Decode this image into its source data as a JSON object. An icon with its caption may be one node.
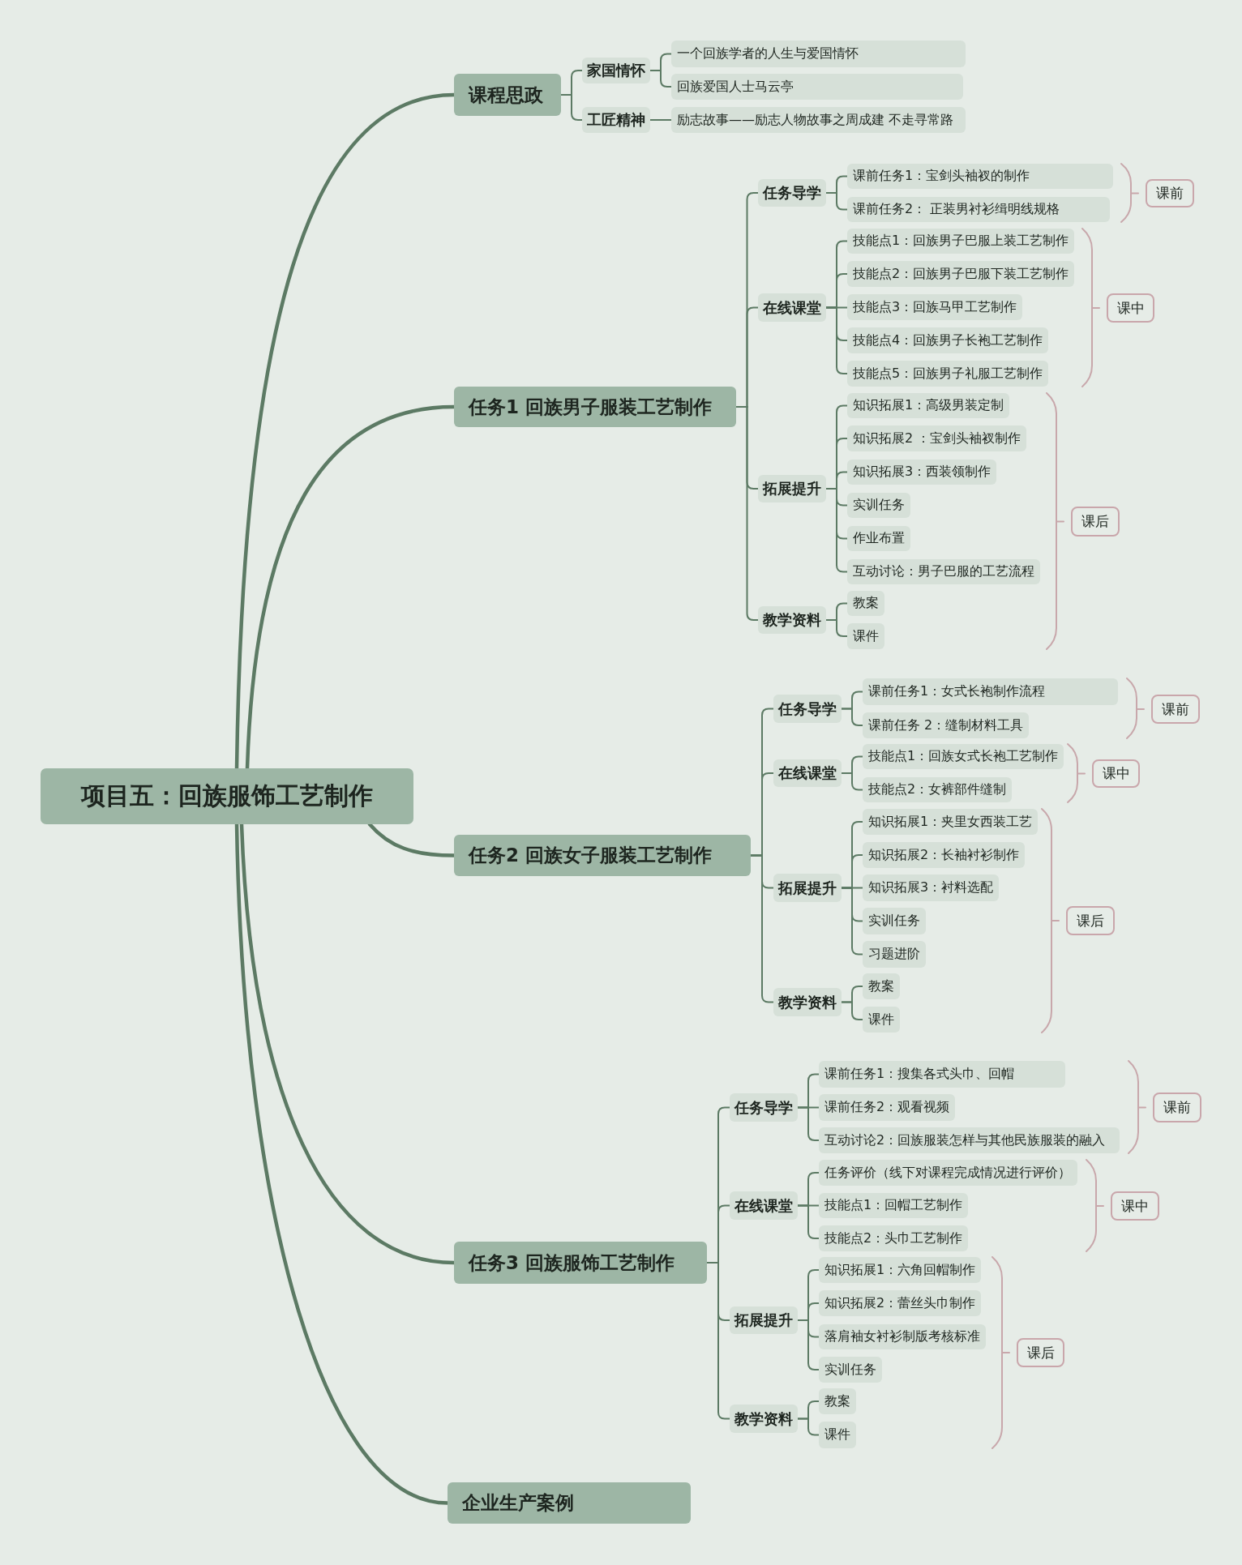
{
  "diagram": {
    "nodes": [
      {
        "text": [
          "项目五：回族服饰工艺制作"
        ]
      },
      {
        "text": [
          "课程思政"
        ]
      },
      {
        "text": [
          "家国情怀"
        ]
      },
      {
        "text": [
          "一个回族学者的人生与爱国情怀"
        ]
      },
      {
        "text": [
          "回族爱国人士马云亭"
        ]
      },
      {
        "text": [
          "工匠精神"
        ]
      },
      {
        "text": [
          "励志故事——励志人物故事之周成建 不走寻常路"
        ]
      },
      {
        "text": [
          "任务1 回族男子服装工艺制作"
        ]
      },
      {
        "text": [
          "任务导学"
        ]
      },
      {
        "text": [
          "课前任务1：宝剑头袖衩的制作"
        ]
      },
      {
        "text": [
          "课前任务2： 正装男衬衫缉明线规格"
        ]
      },
      {
        "text": [
          "在线课堂"
        ]
      },
      {
        "text": [
          "技能点1：回族男子巴服上装工艺制作"
        ]
      },
      {
        "text": [
          "技能点2：回族男子巴服下装工艺制作"
        ]
      },
      {
        "text": [
          "技能点3：回族马甲工艺制作"
        ]
      },
      {
        "text": [
          "技能点4：回族男子长袍工艺制作"
        ]
      },
      {
        "text": [
          "技能点5：回族男子礼服工艺制作"
        ]
      },
      {
        "text": [
          "拓展提升"
        ]
      },
      {
        "text": [
          "知识拓展1：高级男装定制"
        ]
      },
      {
        "text": [
          "知识拓展2 ：宝剑头袖衩制作"
        ]
      },
      {
        "text": [
          "知识拓展3：西装领制作"
        ]
      },
      {
        "text": [
          "实训任务"
        ]
      },
      {
        "text": [
          "作业布置"
        ]
      },
      {
        "text": [
          "互动讨论：男子巴服的工艺流程"
        ]
      },
      {
        "text": [
          "教学资料"
        ]
      },
      {
        "text": [
          "教案"
        ]
      },
      {
        "text": [
          "课件"
        ]
      },
      {
        "text": [
          "课前"
        ]
      },
      {
        "text": [
          "课中"
        ]
      },
      {
        "text": [
          "课后"
        ]
      },
      {
        "text": [
          "任务2 回族女子服装工艺制作"
        ]
      },
      {
        "text": [
          "任务导学"
        ]
      },
      {
        "text": [
          "课前任务1：女式长袍制作流程"
        ]
      },
      {
        "text": [
          "课前任务 2：缝制材料工具"
        ]
      },
      {
        "text": [
          "在线课堂"
        ]
      },
      {
        "text": [
          "技能点1：回族女式长袍工艺制作"
        ]
      },
      {
        "text": [
          "技能点2：女裤部件缝制"
        ]
      },
      {
        "text": [
          "拓展提升"
        ]
      },
      {
        "text": [
          "知识拓展1：夹里女西装工艺"
        ]
      },
      {
        "text": [
          "知识拓展2：长袖衬衫制作"
        ]
      },
      {
        "text": [
          "知识拓展3：衬料选配"
        ]
      },
      {
        "text": [
          "实训任务"
        ]
      },
      {
        "text": [
          "习题进阶"
        ]
      },
      {
        "text": [
          "教学资料"
        ]
      },
      {
        "text": [
          "教案"
        ]
      },
      {
        "text": [
          "课件"
        ]
      },
      {
        "text": [
          "课前"
        ]
      },
      {
        "text": [
          "课中"
        ]
      },
      {
        "text": [
          "课后"
        ]
      },
      {
        "text": [
          "任务3 回族服饰工艺制作"
        ]
      },
      {
        "text": [
          "任务导学"
        ]
      },
      {
        "text": [
          "课前任务1：搜集各式头巾、回帽"
        ]
      },
      {
        "text": [
          "课前任务2：观看视频"
        ]
      },
      {
        "text": [
          "互动讨论2：回族服装怎样与其他民族服装的融入"
        ]
      },
      {
        "text": [
          "在线课堂"
        ]
      },
      {
        "text": [
          "任务评价（线下对课程完成情况进行评价）"
        ]
      },
      {
        "text": [
          "技能点1：回帽工艺制作"
        ]
      },
      {
        "text": [
          "技能点2：头巾工艺制作"
        ]
      },
      {
        "text": [
          "拓展提升"
        ]
      },
      {
        "text": [
          "知识拓展1：六角回帽制作"
        ]
      },
      {
        "text": [
          "知识拓展2：蕾丝头巾制作"
        ]
      },
      {
        "text": [
          "落肩袖女衬衫制版考核标准"
        ]
      },
      {
        "text": [
          "实训任务"
        ]
      },
      {
        "text": [
          "教学资料"
        ]
      },
      {
        "text": [
          "教案"
        ]
      },
      {
        "text": [
          "课件"
        ]
      },
      {
        "text": [
          "课前"
        ]
      },
      {
        "text": [
          "课中"
        ]
      },
      {
        "text": [
          "课后"
        ]
      },
      {
        "text": [
          "企业生产案例"
        ]
      }
    ],
    "edges": [
      {
        "from": 0,
        "to": 1,
        "arrow": "none"
      },
      {
        "from": 1,
        "to": 2,
        "arrow": "none"
      },
      {
        "from": 2,
        "to": 3,
        "arrow": "none"
      },
      {
        "from": 2,
        "to": 4,
        "arrow": "none"
      },
      {
        "from": 1,
        "to": 5,
        "arrow": "none"
      },
      {
        "from": 5,
        "to": 6,
        "arrow": "none"
      },
      {
        "from": 0,
        "to": 7,
        "arrow": "none"
      },
      {
        "from": 7,
        "to": 8,
        "arrow": "none"
      },
      {
        "from": 8,
        "to": 9,
        "arrow": "none"
      },
      {
        "from": 8,
        "to": 10,
        "arrow": "none"
      },
      {
        "from": 7,
        "to": 11,
        "arrow": "none"
      },
      {
        "from": 11,
        "to": 12,
        "arrow": "none"
      },
      {
        "from": 11,
        "to": 13,
        "arrow": "none"
      },
      {
        "from": 11,
        "to": 14,
        "arrow": "none"
      },
      {
        "from": 11,
        "to": 15,
        "arrow": "none"
      },
      {
        "from": 11,
        "to": 16,
        "arrow": "none"
      },
      {
        "from": 7,
        "to": 17,
        "arrow": "none"
      },
      {
        "from": 17,
        "to": 18,
        "arrow": "none"
      },
      {
        "from": 17,
        "to": 19,
        "arrow": "none"
      },
      {
        "from": 17,
        "to": 20,
        "arrow": "none"
      },
      {
        "from": 17,
        "to": 21,
        "arrow": "none"
      },
      {
        "from": 17,
        "to": 22,
        "arrow": "none"
      },
      {
        "from": 17,
        "to": 23,
        "arrow": "none"
      },
      {
        "from": 7,
        "to": 24,
        "arrow": "none"
      },
      {
        "from": 24,
        "to": 25,
        "arrow": "none"
      },
      {
        "from": 24,
        "to": 26,
        "arrow": "none"
      },
      {
        "from": 0,
        "to": 30,
        "arrow": "none"
      },
      {
        "from": 30,
        "to": 31,
        "arrow": "none"
      },
      {
        "from": 31,
        "to": 32,
        "arrow": "none"
      },
      {
        "from": 31,
        "to": 33,
        "arrow": "none"
      },
      {
        "from": 30,
        "to": 34,
        "arrow": "none"
      },
      {
        "from": 34,
        "to": 35,
        "arrow": "none"
      },
      {
        "from": 34,
        "to": 36,
        "arrow": "none"
      },
      {
        "from": 30,
        "to": 37,
        "arrow": "none"
      },
      {
        "from": 37,
        "to": 38,
        "arrow": "none"
      },
      {
        "from": 37,
        "to": 39,
        "arrow": "none"
      },
      {
        "from": 37,
        "to": 40,
        "arrow": "none"
      },
      {
        "from": 37,
        "to": 41,
        "arrow": "none"
      },
      {
        "from": 37,
        "to": 42,
        "arrow": "none"
      },
      {
        "from": 30,
        "to": 43,
        "arrow": "none"
      },
      {
        "from": 43,
        "to": 44,
        "arrow": "none"
      },
      {
        "from": 43,
        "to": 45,
        "arrow": "none"
      },
      {
        "from": 0,
        "to": 49,
        "arrow": "none"
      },
      {
        "from": 49,
        "to": 50,
        "arrow": "none"
      },
      {
        "from": 50,
        "to": 51,
        "arrow": "none"
      },
      {
        "from": 50,
        "to": 52,
        "arrow": "none"
      },
      {
        "from": 50,
        "to": 53,
        "arrow": "none"
      },
      {
        "from": 49,
        "to": 54,
        "arrow": "none"
      },
      {
        "from": 54,
        "to": 55,
        "arrow": "none"
      },
      {
        "from": 54,
        "to": 56,
        "arrow": "none"
      },
      {
        "from": 54,
        "to": 57,
        "arrow": "none"
      },
      {
        "from": 49,
        "to": 58,
        "arrow": "none"
      },
      {
        "from": 58,
        "to": 59,
        "arrow": "none"
      },
      {
        "from": 58,
        "to": 60,
        "arrow": "none"
      },
      {
        "from": 58,
        "to": 61,
        "arrow": "none"
      },
      {
        "from": 58,
        "to": 62,
        "arrow": "none"
      },
      {
        "from": 49,
        "to": 63,
        "arrow": "none"
      },
      {
        "from": 63,
        "to": 64,
        "arrow": "none"
      },
      {
        "from": 63,
        "to": 65,
        "arrow": "none"
      },
      {
        "from": 0,
        "to": 69,
        "arrow": "none"
      }
    ]
  }
}
